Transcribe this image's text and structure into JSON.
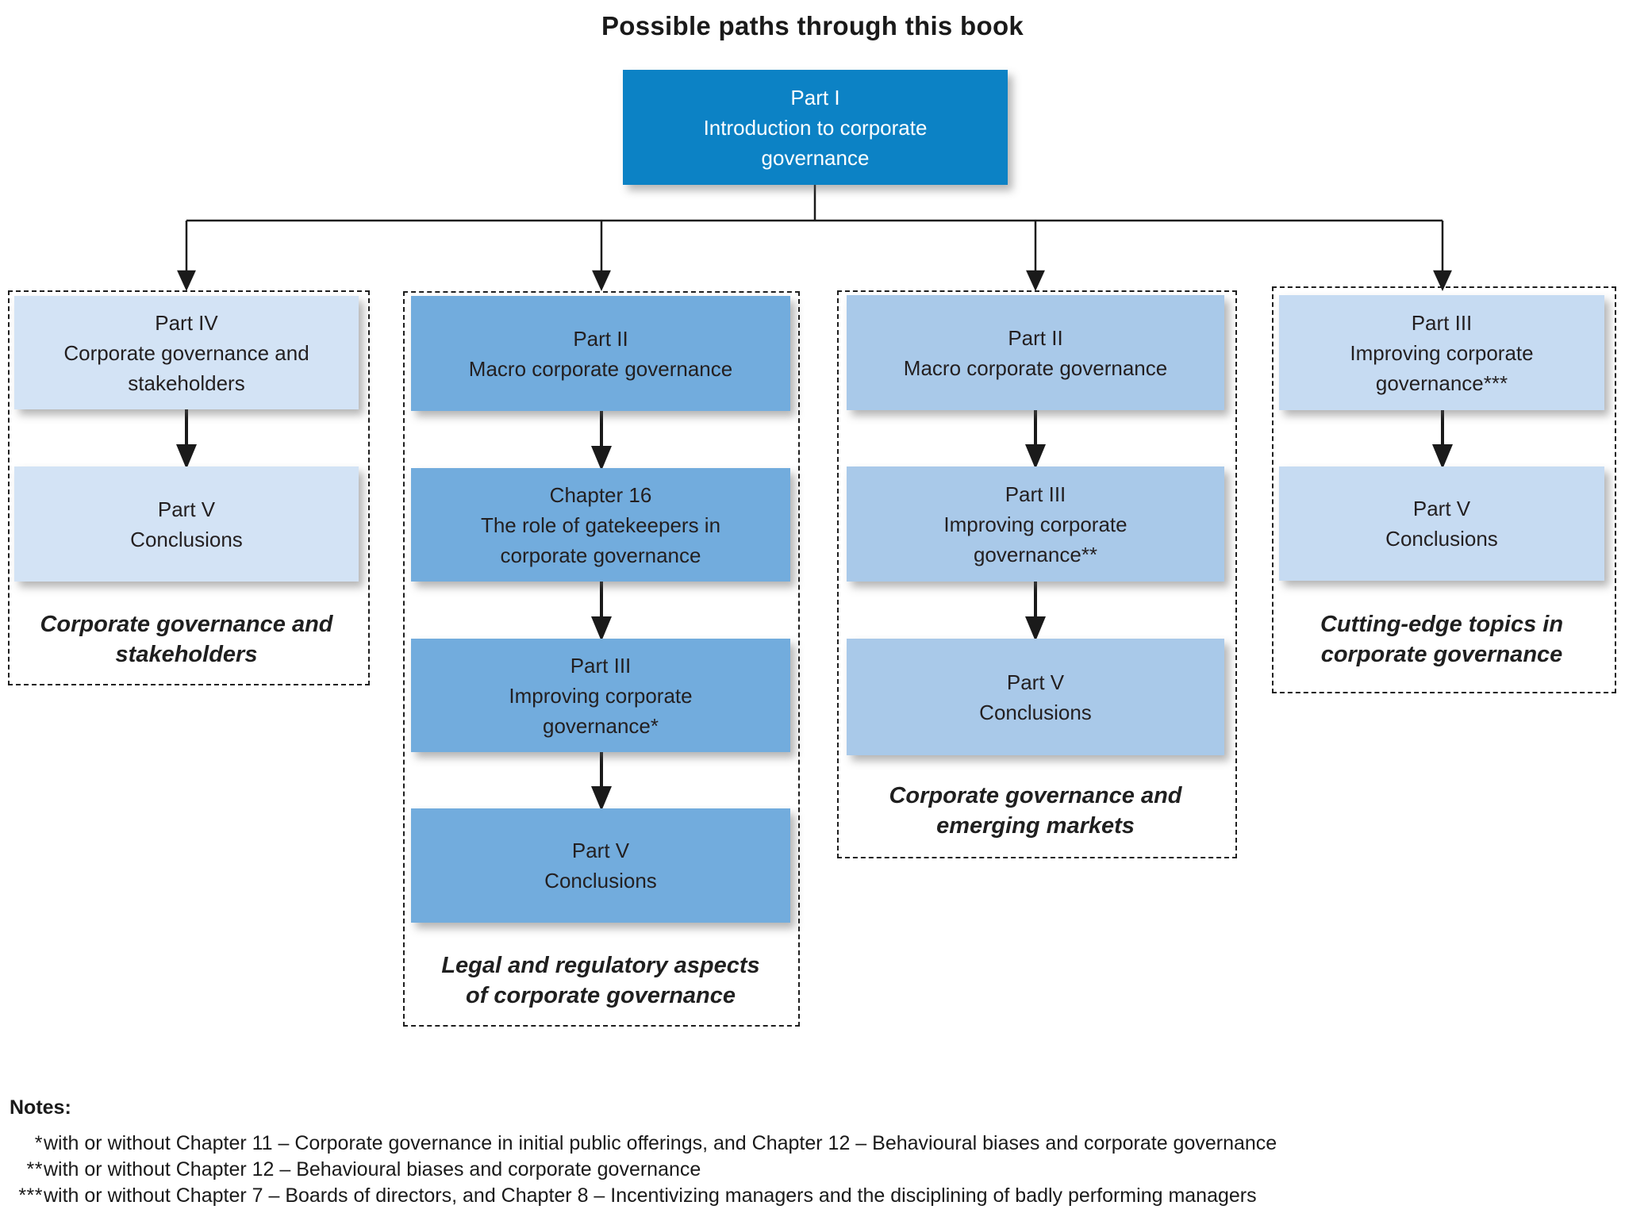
{
  "title": "Possible paths through this book",
  "root_box": {
    "lines": [
      "Part I",
      "Introduction to corporate",
      "governance"
    ]
  },
  "columns": [
    {
      "id": "stakeholders",
      "boxes": [
        {
          "lines": [
            "Part IV",
            "Corporate governance and",
            "stakeholders"
          ]
        },
        {
          "lines": [
            "Part V",
            "Conclusions"
          ]
        }
      ],
      "caption_lines": [
        "Corporate governance and",
        "stakeholders"
      ]
    },
    {
      "id": "legal-regulatory",
      "boxes": [
        {
          "lines": [
            "Part II",
            "Macro corporate governance"
          ]
        },
        {
          "lines": [
            "Chapter 16",
            "The role of gatekeepers in",
            "corporate governance"
          ]
        },
        {
          "lines": [
            "Part III",
            "Improving corporate",
            "governance*"
          ]
        },
        {
          "lines": [
            "Part V",
            "Conclusions"
          ]
        }
      ],
      "caption_lines": [
        "Legal and regulatory aspects",
        "of corporate governance"
      ]
    },
    {
      "id": "emerging-markets",
      "boxes": [
        {
          "lines": [
            "Part II",
            "Macro corporate governance"
          ]
        },
        {
          "lines": [
            "Part III",
            "Improving corporate",
            "governance**"
          ]
        },
        {
          "lines": [
            "Part V",
            "Conclusions"
          ]
        }
      ],
      "caption_lines": [
        "Corporate governance and",
        "emerging markets"
      ]
    },
    {
      "id": "cutting-edge",
      "boxes": [
        {
          "lines": [
            "Part III",
            "Improving corporate",
            "governance***"
          ]
        },
        {
          "lines": [
            "Part V",
            "Conclusions"
          ]
        }
      ],
      "caption_lines": [
        "Cutting-edge topics in",
        "corporate governance"
      ]
    }
  ],
  "notes": {
    "heading": "Notes:",
    "items": [
      {
        "stars": "*",
        "text": "with or without Chapter 11 – Corporate governance in initial public offerings, and Chapter 12 – Behavioural biases and corporate governance"
      },
      {
        "stars": "**",
        "text": "with or without Chapter 12 – Behavioural biases and corporate governance"
      },
      {
        "stars": "***",
        "text": "with or without Chapter 7 – Boards of directors, and Chapter 8 – Incentivizing managers and the disciplining of badly performing managers"
      }
    ]
  },
  "colors": {
    "root_box_bg": "#0c82c5",
    "root_box_text": "#ffffff",
    "path_stakeholders_bg": "#d3e3f5",
    "path_legal_bg": "#72acdd",
    "path_emerging_bg": "#a9c9e9",
    "path_cutting_edge_bg": "#c6dbf2",
    "line_color": "#1a1a1a",
    "text_color": "#231f20"
  }
}
